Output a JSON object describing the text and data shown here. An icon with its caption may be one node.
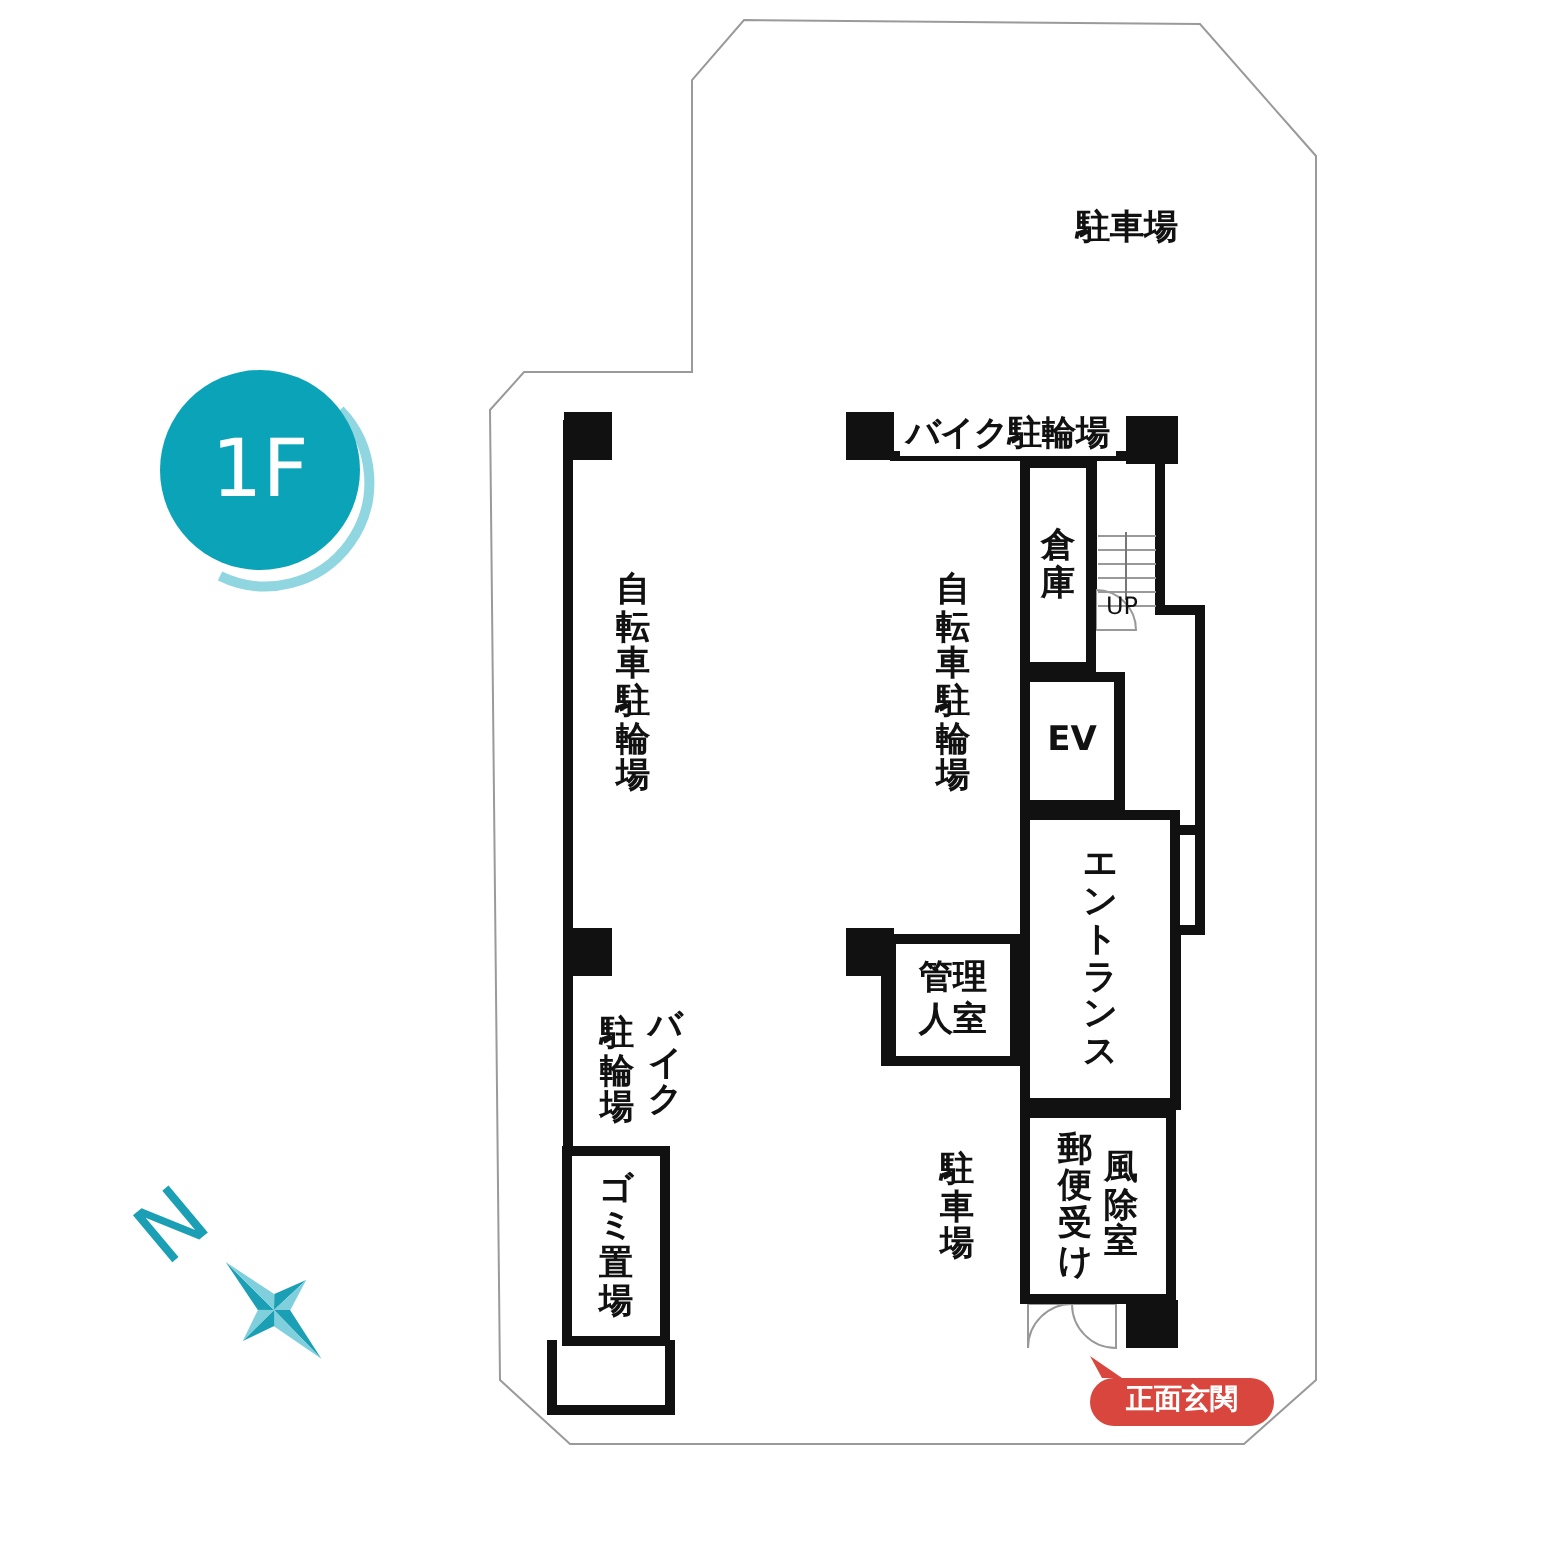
{
  "diagram": {
    "nodes": [
      {
        "text": [
          "1F"
        ]
      },
      {
        "text": [
          "倉庫"
        ]
      },
      {
        "text": [
          "EV"
        ]
      },
      {
        "text": [
          "エントランス"
        ]
      },
      {
        "text": [
          "管理人室"
        ]
      },
      {
        "text": [
          "郵便受け",
          "風除室"
        ]
      },
      {
        "text": [
          "ゴミ置場"
        ]
      },
      {
        "text": [
          "正面玄関"
        ]
      }
    ],
    "labels": [
      "駐車場",
      "バイク駐輪場",
      "UP",
      "自転車駐輪場",
      "自転車駐輪場",
      "バイク",
      "駐輪場",
      "駐車場",
      "N"
    ]
  }
}
